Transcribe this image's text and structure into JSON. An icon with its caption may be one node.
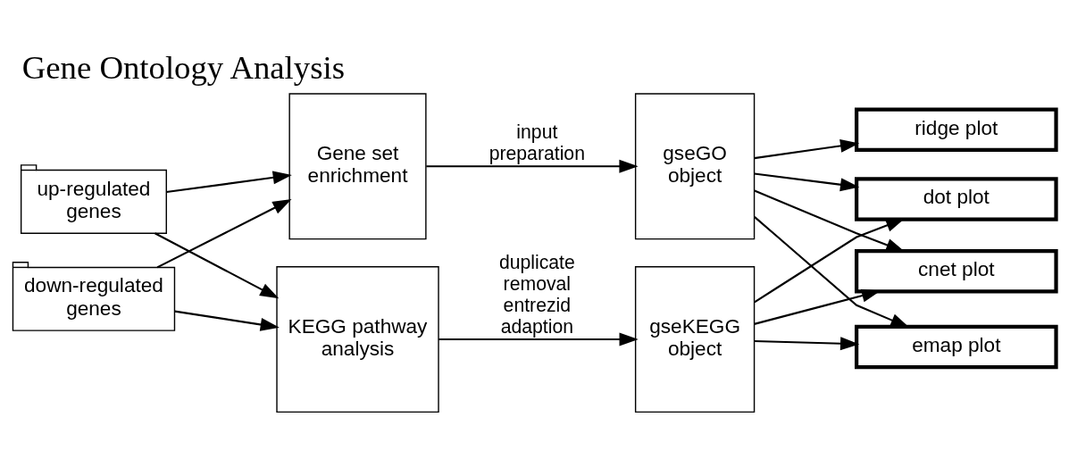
{
  "diagram": {
    "title": "Gene Ontology Analysis",
    "nodes": [
      {
        "text": [
          "up-regulated genes"
        ]
      },
      {
        "text": [
          "down-regulated genes"
        ]
      },
      {
        "text": [
          "Gene set enrichment"
        ]
      },
      {
        "text": [
          "KEGG pathway analysis"
        ]
      },
      {
        "text": [
          "gseGO object"
        ]
      },
      {
        "text": [
          "gseKEGG object"
        ]
      },
      {
        "text": [
          "ridge plot"
        ]
      },
      {
        "text": [
          "dot plot"
        ]
      },
      {
        "text": [
          "cnet plot"
        ]
      },
      {
        "text": [
          "emap plot"
        ]
      }
    ],
    "edges": [
      {
        "from": 0,
        "to": 2,
        "arrow": "to"
      },
      {
        "from": 0,
        "to": 3,
        "arrow": "to"
      },
      {
        "from": 1,
        "to": 2,
        "arrow": "to"
      },
      {
        "from": 1,
        "to": 3,
        "arrow": "to"
      },
      {
        "from": 2,
        "to": 4,
        "arrow": "to",
        "label": "input preparation"
      },
      {
        "from": 3,
        "to": 5,
        "arrow": "to",
        "label": "duplicate removal entrezid adaption"
      },
      {
        "from": 4,
        "to": 6,
        "arrow": "to"
      },
      {
        "from": 4,
        "to": 7,
        "arrow": "to"
      },
      {
        "from": 4,
        "to": 8,
        "arrow": "to"
      },
      {
        "from": 4,
        "to": 9,
        "arrow": "to"
      },
      {
        "from": 5,
        "to": 7,
        "arrow": "to"
      },
      {
        "from": 5,
        "to": 8,
        "arrow": "to"
      },
      {
        "from": 5,
        "to": 9,
        "arrow": "to"
      }
    ]
  }
}
